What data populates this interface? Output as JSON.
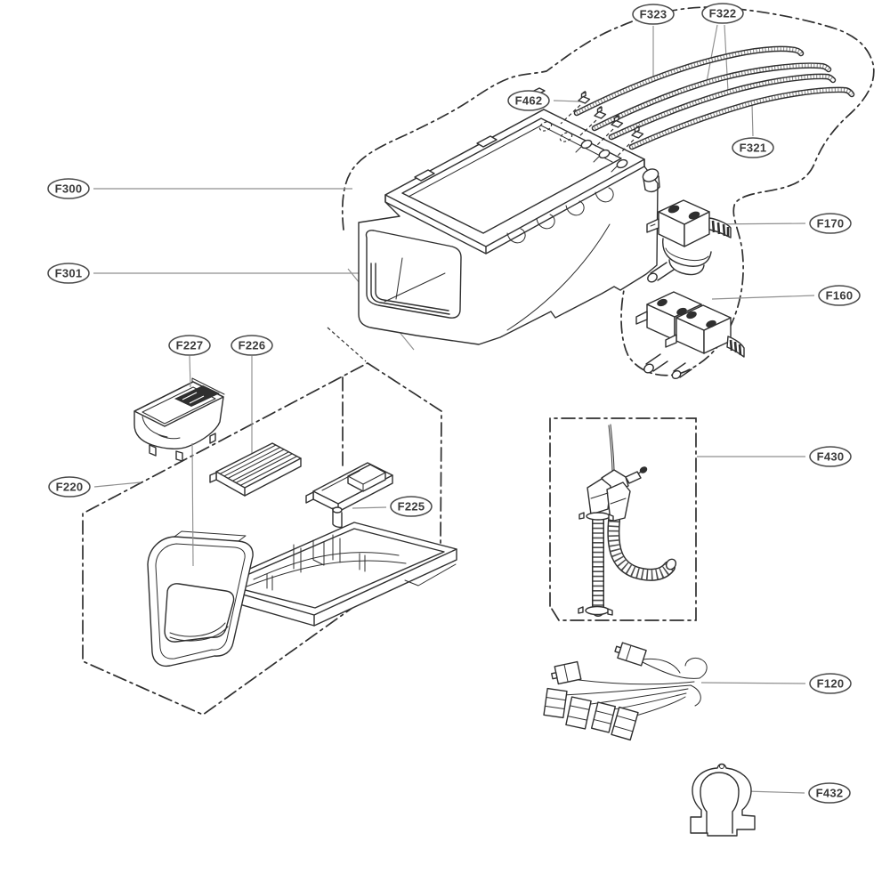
{
  "diagram": {
    "type": "appliance-exploded-parts-diagram",
    "subject": "dispenser-assembly",
    "colors": {
      "background": "#ffffff",
      "line": "#2f2f2f",
      "leader": "#8f8f8f",
      "callout_border": "#4a4a4a",
      "callout_text": "#3a3a3a"
    },
    "labels": [
      {
        "code": "F323"
      },
      {
        "code": "F322"
      },
      {
        "code": "F462"
      },
      {
        "code": "F321"
      },
      {
        "code": "F300"
      },
      {
        "code": "F301"
      },
      {
        "code": "F170"
      },
      {
        "code": "F160"
      },
      {
        "code": "F227"
      },
      {
        "code": "F226"
      },
      {
        "code": "F220"
      },
      {
        "code": "F225"
      },
      {
        "code": "F430"
      },
      {
        "code": "F120"
      },
      {
        "code": "F432"
      }
    ]
  }
}
